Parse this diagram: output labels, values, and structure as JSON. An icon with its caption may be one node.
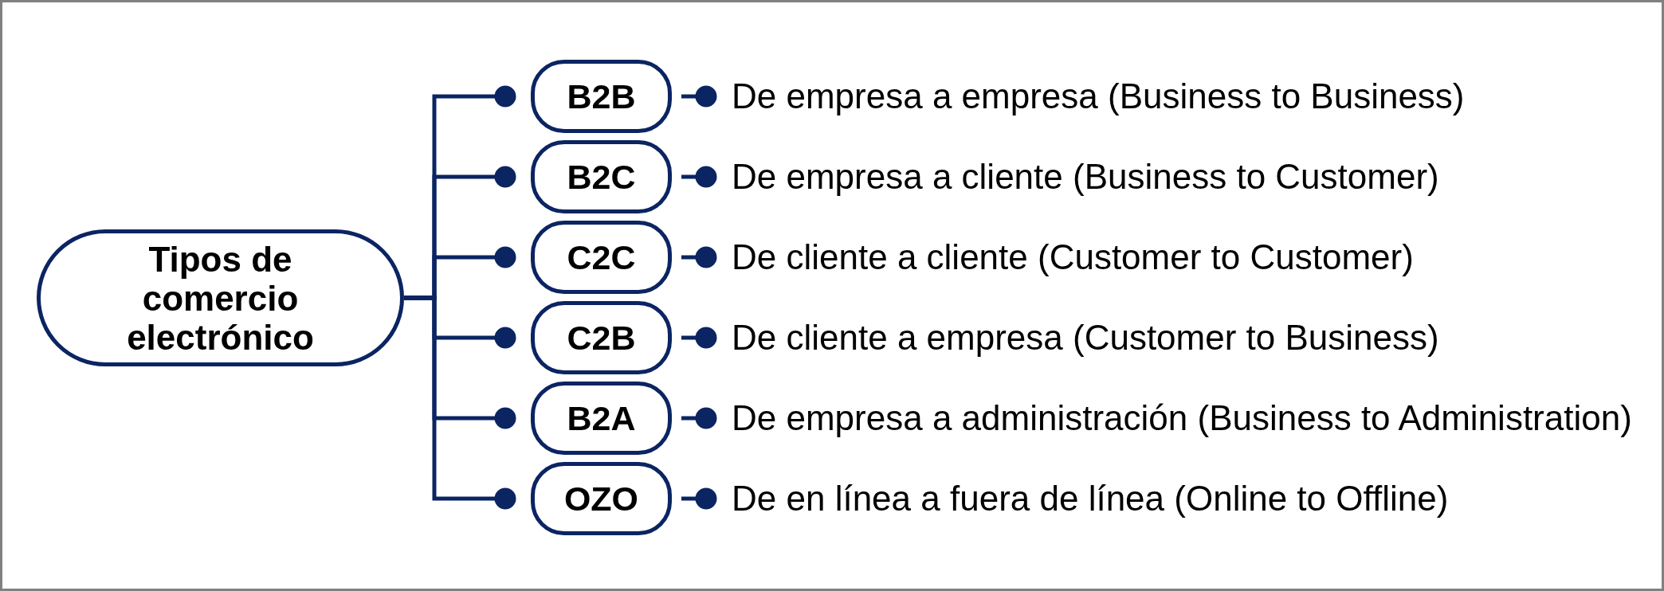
{
  "diagram": {
    "nodes": [
      {
        "text": [
          "Tipos de comercio electrónico"
        ]
      },
      {
        "text": [
          "B2B"
        ]
      },
      {
        "text": [
          "De empresa a empresa (Business to Business)"
        ]
      },
      {
        "text": [
          "B2C"
        ]
      },
      {
        "text": [
          "De empresa a cliente (Business to Customer)"
        ]
      },
      {
        "text": [
          "C2C"
        ]
      },
      {
        "text": [
          "De cliente a cliente (Customer to Customer)"
        ]
      },
      {
        "text": [
          "C2B"
        ]
      },
      {
        "text": [
          "De cliente a empresa (Customer to Business)"
        ]
      },
      {
        "text": [
          "B2A"
        ]
      },
      {
        "text": [
          "De empresa a administración (Business to Administration)"
        ]
      },
      {
        "text": [
          "OZO"
        ]
      },
      {
        "text": [
          "De en línea a fuera de línea (Online to Offline)"
        ]
      }
    ],
    "edges": [
      {
        "from": 0,
        "to": 1,
        "arrow": "other"
      },
      {
        "from": 0,
        "to": 3,
        "arrow": "other"
      },
      {
        "from": 0,
        "to": 5,
        "arrow": "other"
      },
      {
        "from": 0,
        "to": 7,
        "arrow": "other"
      },
      {
        "from": 0,
        "to": 9,
        "arrow": "other"
      },
      {
        "from": 0,
        "to": 11,
        "arrow": "other"
      },
      {
        "from": 1,
        "to": 2,
        "arrow": "other"
      },
      {
        "from": 3,
        "to": 4,
        "arrow": "other"
      },
      {
        "from": 5,
        "to": 6,
        "arrow": "other"
      },
      {
        "from": 7,
        "to": 8,
        "arrow": "other"
      },
      {
        "from": 9,
        "to": 10,
        "arrow": "other"
      },
      {
        "from": 11,
        "to": 12,
        "arrow": "other"
      }
    ]
  }
}
